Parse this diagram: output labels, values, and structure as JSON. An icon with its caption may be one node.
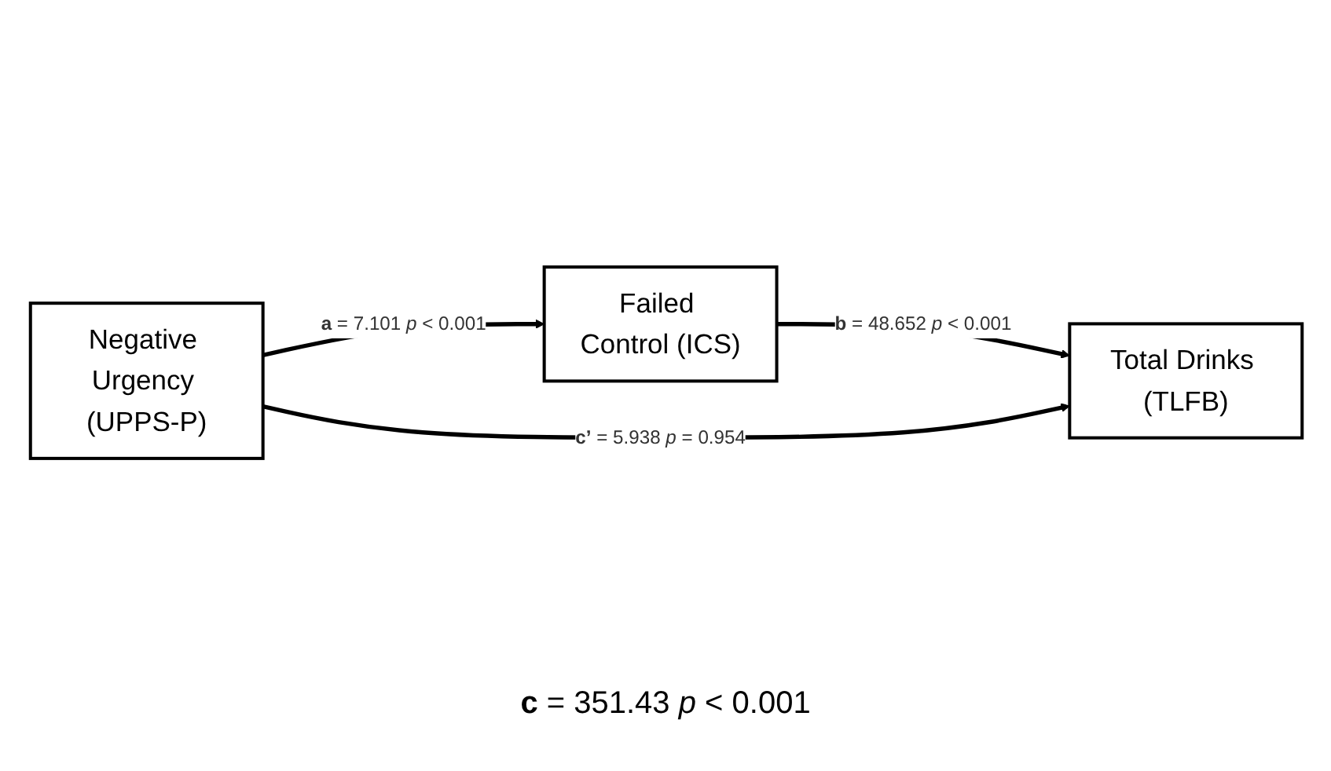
{
  "diagram": {
    "nodes": [
      {
        "text": [
          "Failed Control (ICS)"
        ]
      },
      {
        "text": [
          "Negative Urgency (UPPS-P)"
        ]
      },
      {
        "text": [
          "Total Drinks (TLFB)"
        ]
      }
    ],
    "edges": [
      {
        "from": 1,
        "to": 0,
        "arrow": "to",
        "label": "**a** = 7.101 *p* < 0.001"
      },
      {
        "from": 0,
        "to": 2,
        "arrow": "to",
        "label": "**b** = 48.652 *p* < 0.001"
      },
      {
        "from": 1,
        "to": 2,
        "arrow": "to",
        "label": "**c’** = 5.938 *p*  = 0.954"
      }
    ],
    "labels": [
      "**c** = 351.43 *p* < 0.001"
    ]
  }
}
